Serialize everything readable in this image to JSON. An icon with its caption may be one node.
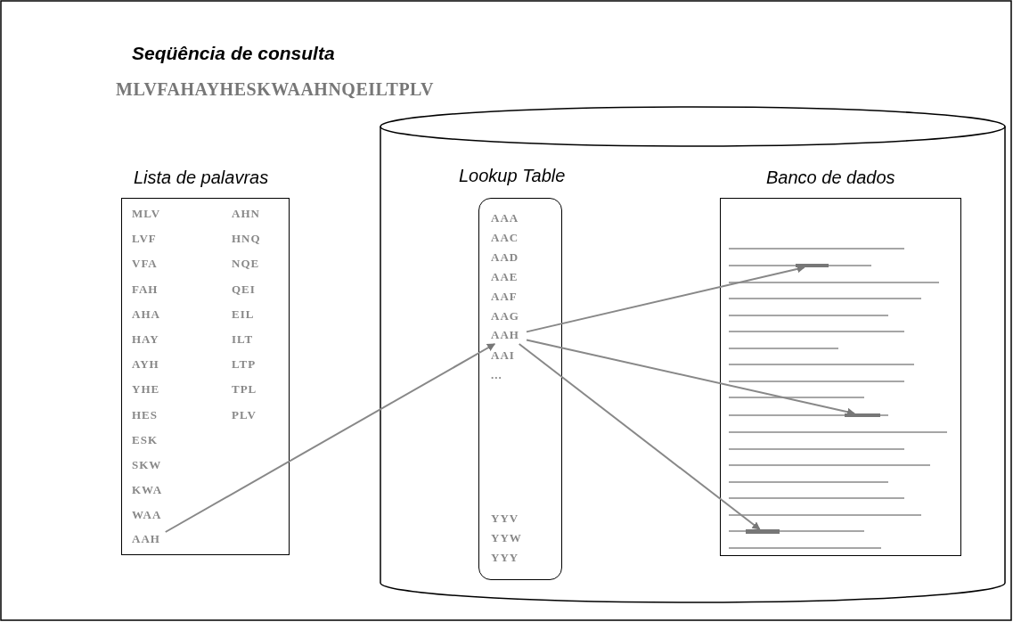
{
  "diagram": {
    "title": "Seqüência de consulta",
    "nodes": [
      {
        "text": [
          "Lista de palavras"
        ]
      },
      {
        "text": [
          "AAH"
        ],
        "in": 0
      },
      {
        "text": [],
        "shape": "cylinder"
      },
      {
        "text": [
          "Lookup Table"
        ],
        "in": 2
      },
      {
        "text": [
          "AAH"
        ],
        "in": 3
      },
      {
        "text": [
          "Banco de dados"
        ],
        "in": 2
      },
      {
        "text": [],
        "shape": "bar",
        "in": 5
      },
      {
        "text": [],
        "shape": "bar",
        "in": 5
      },
      {
        "text": [],
        "shape": "bar",
        "in": 5
      }
    ],
    "edges": [
      {
        "from": 1,
        "to": 4,
        "arrow": "to"
      },
      {
        "from": 4,
        "to": 6,
        "arrow": "to"
      },
      {
        "from": 4,
        "to": 7,
        "arrow": "to"
      },
      {
        "from": 4,
        "to": 8,
        "arrow": "to"
      }
    ],
    "labels": [
      "MLVFAHAYHESKWAAHNQEILTPLV",
      "MLV",
      "AHN",
      "LVF",
      "HNQ",
      "VFA",
      "NQE",
      "FAH",
      "QEI",
      "AHA",
      "EIL",
      "HAY",
      "ILT",
      "AYH",
      "LTP",
      "YHE",
      "TPL",
      "HES",
      "PLV",
      "ESK",
      "SKW",
      "KWA",
      "WAA",
      "AAA",
      "AAC",
      "AAD",
      "AAE",
      "AAF",
      "AAG",
      "AAI",
      "...",
      "YYV",
      "YYW",
      "YYY"
    ]
  }
}
